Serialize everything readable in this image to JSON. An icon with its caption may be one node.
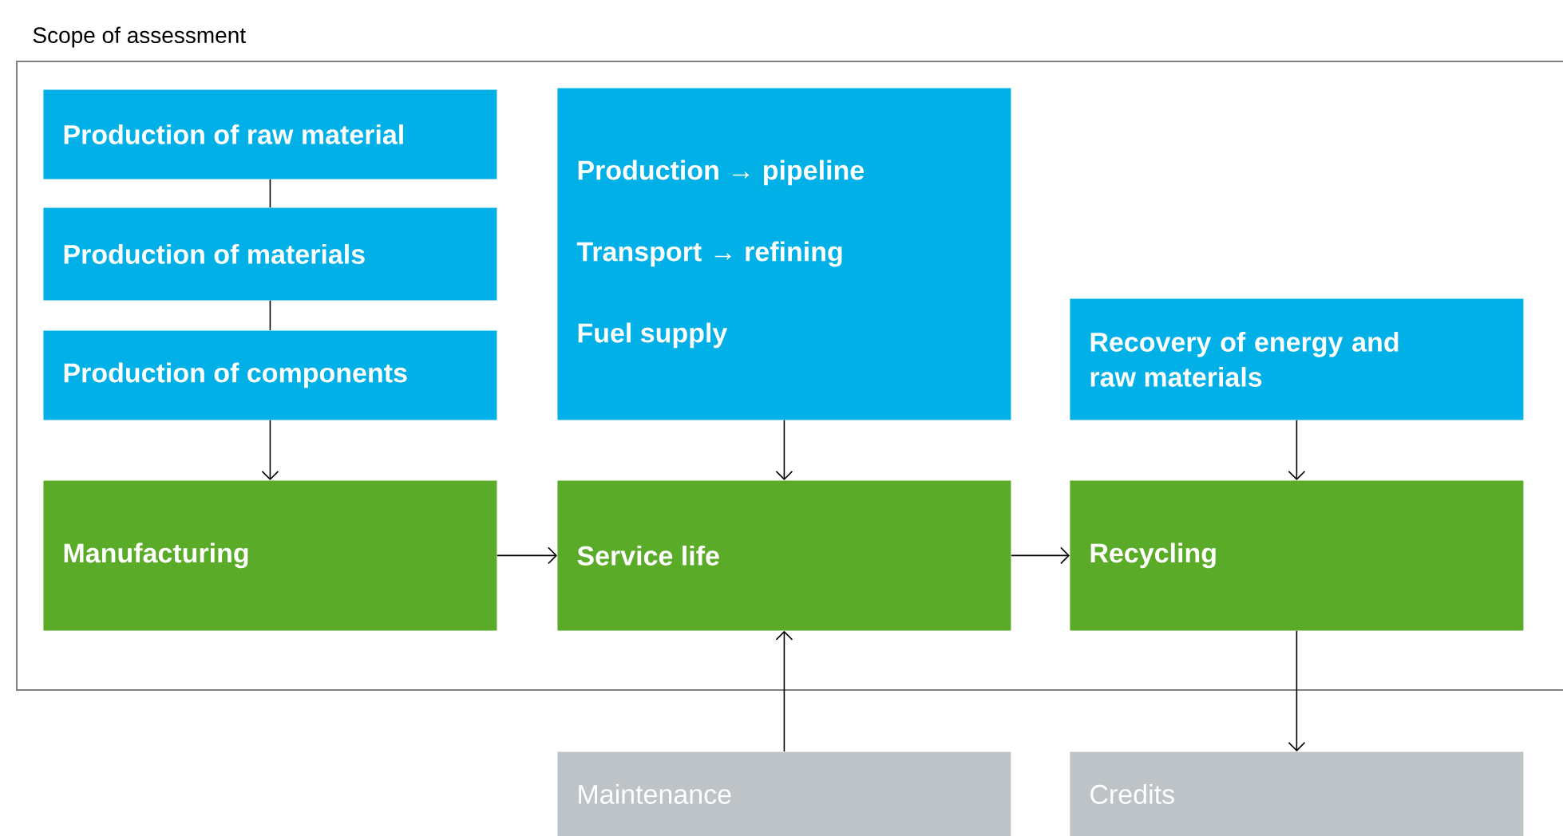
{
  "diagram": {
    "nodes": [
      {
        "text": [
          "Scope of assessment"
        ]
      },
      {
        "text": [
          "Production of raw material"
        ],
        "in": 0
      },
      {
        "text": [
          "Production of materials"
        ],
        "in": 0
      },
      {
        "text": [
          "Production of components"
        ],
        "in": 0
      },
      {
        "text": [
          "Production → pipeline",
          "Transport → refining",
          "Fuel supply"
        ],
        "in": 0
      },
      {
        "text": [
          "Recovery of energy and raw materials"
        ],
        "in": 0
      },
      {
        "text": [
          "Manufacturing"
        ],
        "in": 0
      },
      {
        "text": [
          "Service life"
        ],
        "in": 0
      },
      {
        "text": [
          "Recycling"
        ],
        "in": 0
      },
      {
        "text": [
          "Maintenance"
        ]
      },
      {
        "text": [
          "Credits"
        ]
      }
    ],
    "edges": [
      {
        "from": 1,
        "to": 2,
        "arrow": "none"
      },
      {
        "from": 2,
        "to": 3,
        "arrow": "none"
      },
      {
        "from": 3,
        "to": 6,
        "arrow": "to"
      },
      {
        "from": 6,
        "to": 7,
        "arrow": "to"
      },
      {
        "from": 4,
        "to": 7,
        "arrow": "to"
      },
      {
        "from": 7,
        "to": 8,
        "arrow": "to"
      },
      {
        "from": 5,
        "to": 8,
        "arrow": "to"
      },
      {
        "from": 9,
        "to": 7,
        "arrow": "to"
      },
      {
        "from": 8,
        "to": 10,
        "arrow": "to"
      }
    ]
  }
}
